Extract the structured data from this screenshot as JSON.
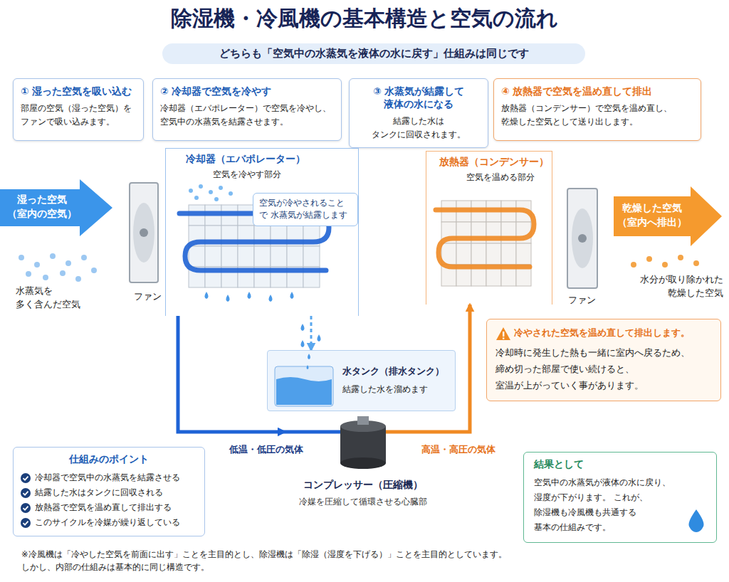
{
  "diagram": {
    "title": "除湿機・冷風機の基本構造と空気の流れ",
    "caption": "※冷風機は「冷やした空気を前面に出す」ことを主目的とし、除湿機は「除湿（湿度を下げる）」ことを主目的としています。 しかし、内部の仕組みは基本的に同じ構造です。",
    "nodes": [
      {
        "text": [
          "どちらも「空気中の水蒸気を液体の水に戻す」仕組みは同じです"
        ]
      },
      {
        "text": [
          "① 湿った空気を吸い込む",
          "部屋の空気（湿った空気）を ファンで吸い込みます。"
        ]
      },
      {
        "text": [
          "② 冷却器で空気を冷やす",
          "冷却器（エバポレーター）で空気を冷やし、 空気中の水蒸気を結露させます。"
        ]
      },
      {
        "text": [
          "③ 水蒸気が結露して 液体の水になる",
          "結露した水は タンクに回収されます。"
        ]
      },
      {
        "text": [
          "④ 放熱器で空気を温め直して排出",
          "放熱器（コンデンサー）で空気を温め直し、 乾燥した空気として送り出します。"
        ]
      },
      {
        "text": [
          "湿った空気 （室内の空気）"
        ]
      },
      {
        "text": [
          "冷却器（エバポレーター）",
          "空気を冷やす部分"
        ]
      },
      {
        "text": [
          "空気が冷やされることで 水蒸気が結露します"
        ],
        "in": 6
      },
      {
        "text": [
          "放熱器（コンデンサー）",
          "空気を温める部分"
        ]
      },
      {
        "text": [
          "乾燥した空気 （室内へ排出）"
        ]
      },
      {
        "text": [
          "冷やされた空気を温め直して排出します。",
          "冷却時に発生した熱も一緒に室内へ戻るため、 締め切った部屋で使い続けると、 室温が上がっていく事があります。"
        ]
      },
      {
        "text": [
          "水タンク（排水タンク）",
          "結露した水を溜めます"
        ]
      },
      {
        "text": [
          "コンプレッサー（圧縮機）",
          "冷媒を圧縮して循環させる心臓部"
        ]
      },
      {
        "text": [
          "仕組みのポイント",
          "冷却器で空気中の水蒸気を結露させる",
          "結露した水はタンクに回収される",
          "放熱器で空気を温め直して排出する",
          "このサイクルを冷媒が繰り返している"
        ]
      },
      {
        "text": [
          "結果として",
          "空気中の水蒸気が液体の水に戻り、 湿度が下がります。 これが、除湿機も冷風機も共通する 基本の仕組みです。"
        ]
      }
    ],
    "edges": [
      {
        "from": 6,
        "to": 11,
        "arrow": "to"
      },
      {
        "from": 6,
        "to": 12,
        "label": "低温・低圧の気体",
        "arrow": "to"
      },
      {
        "from": 12,
        "to": 8,
        "label": "高温・高圧の気体",
        "arrow": "to"
      }
    ],
    "labels": [
      "ファン",
      "ファン",
      "水蒸気を 多く含んだ空気",
      "水分が取り除かれた 乾燥した空気"
    ]
  }
}
